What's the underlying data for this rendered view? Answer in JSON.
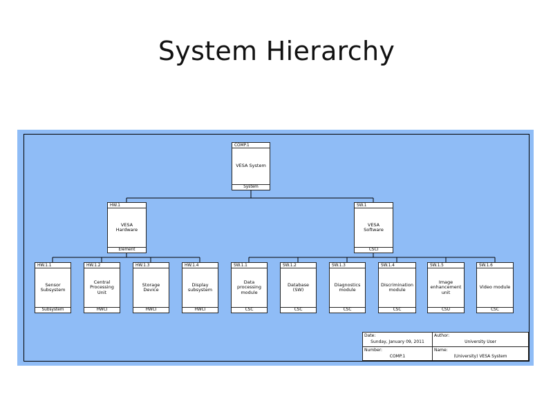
{
  "page": {
    "title": "System Hierarchy"
  },
  "diagram": {
    "root": {
      "id": "COMP.1",
      "label": "VESA System",
      "type": "System"
    },
    "branches": [
      {
        "id": "HW.1",
        "label": "VESA\nHardware",
        "type": "Element"
      },
      {
        "id": "SW.1",
        "label": "VESA\nSoftware",
        "type": "CSCI"
      }
    ],
    "hardware_children": [
      {
        "id": "HW.1.1",
        "label": "Sensor\nSubsystem",
        "type": "Subsystem"
      },
      {
        "id": "HW.1.2",
        "label": "Central\nProcessing\nUnit",
        "type": "HWCI"
      },
      {
        "id": "HW.1.3",
        "label": "Storage\nDevice",
        "type": "HWCI"
      },
      {
        "id": "HW.1.4",
        "label": "Display\nsubsystem",
        "type": "HWCI"
      }
    ],
    "software_children": [
      {
        "id": "SW.1.1",
        "label": "Data\nprocessing\nmodule",
        "type": "CSC"
      },
      {
        "id": "SW.1.2",
        "label": "Database\n(SW)",
        "type": "CSC"
      },
      {
        "id": "SW.1.3",
        "label": "Diagnostics\nmodule",
        "type": "CSC"
      },
      {
        "id": "SW.1.4",
        "label": "Discrimination\nmodule",
        "type": "CSC"
      },
      {
        "id": "SW.1.5",
        "label": "Image\nenhancement\nunit",
        "type": "CSU"
      },
      {
        "id": "SW.1.6",
        "label": "Video module",
        "type": "CSC"
      }
    ],
    "title_block": {
      "date_label": "Date:",
      "date_value": "Sunday, January 09, 2011",
      "author_label": "Author:",
      "author_value": "University User",
      "number_label": "Number:",
      "number_value": "COMP.1",
      "name_label": "Name:",
      "name_value": "(University) VESA System"
    }
  },
  "colors": {
    "panel": "#8fbcf6",
    "frame": "#000000",
    "node_fill": "#ffffff"
  }
}
